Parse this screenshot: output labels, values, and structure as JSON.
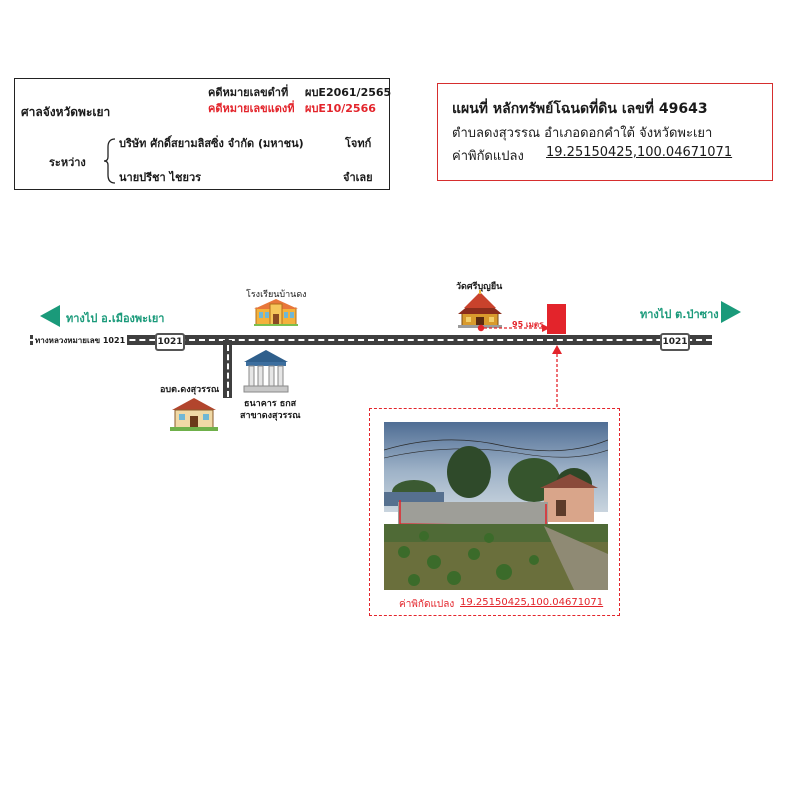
{
  "case": {
    "court": "ศาลจังหวัดพะเยา",
    "black_case_label": "คดีหมายเลขดำที่",
    "black_case_no": "ผบE2061/2565",
    "red_case_label": "คดีหมายเลขแดงที่",
    "red_case_no": "ผบE10/2566",
    "between_label": "ระหว่าง",
    "plaintiff_name": "บริษัท ศักดิ์สยามลิสซิ่ง จำกัด (มหาชน)",
    "plaintiff_role": "โจทก์",
    "defendant_name": "นายปรีชา ไชยวร",
    "defendant_role": "จำเลย"
  },
  "title": {
    "heading": "แผนที่ หลักทรัพย์โฉนดที่ดิน เลขที่  49643",
    "location": "ตำบลดงสุวรรณ  อำเภอดอกคำใต้  จังหวัดพะเยา",
    "coord_label": "ค่าพิกัดแปลง",
    "coord_value": "19.25150425,100.04671071"
  },
  "map": {
    "to_left": "ทางไป อ.เมืองพะเยา",
    "to_right": "ทางไป ต.ป่าซาง",
    "highway_label": "ทางหลวงหมายเลข 1021",
    "route_number": "1021",
    "school": "โรงเรียนบ้านดง",
    "temple": "วัดศรีบุญยืน",
    "distance": "95 เมตร",
    "sao": "อบต.ดงสุวรรณ",
    "bank_line1": "ธนาคาร ธกส",
    "bank_line2": "สาขาดงสุวรรณ",
    "photo_coord_label": "ค่าพิกัดแปลง",
    "photo_coord_value": "19.25150425,100.04671071"
  },
  "colors": {
    "red": "#e3242b",
    "green": "#1a9a7a",
    "road": "#3f3f3f"
  }
}
